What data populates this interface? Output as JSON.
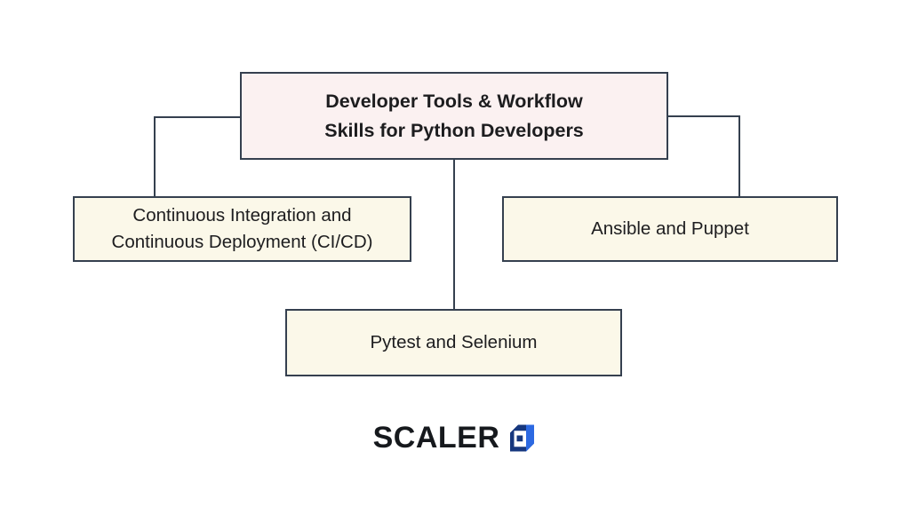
{
  "diagram": {
    "root": {
      "label": "Developer Tools & Workflow Skills for Python Developers"
    },
    "children": [
      {
        "label": "Continuous Integration and Continuous Deployment (CI/CD)"
      },
      {
        "label": "Ansible and Puppet"
      },
      {
        "label": "Pytest and Selenium"
      }
    ]
  },
  "logo": {
    "wordmark": "SCALER",
    "icon": "scaler-cube-icon"
  },
  "colors": {
    "root_box_fill": "#fbf1f1",
    "child_box_fill": "#fbf8e9",
    "box_border": "#35404f",
    "connector": "#35404f",
    "text": "#1d1d1f",
    "logo_text": "#16191d",
    "logo_blue_dark": "#16377e",
    "logo_blue_bright": "#2c69e2"
  }
}
